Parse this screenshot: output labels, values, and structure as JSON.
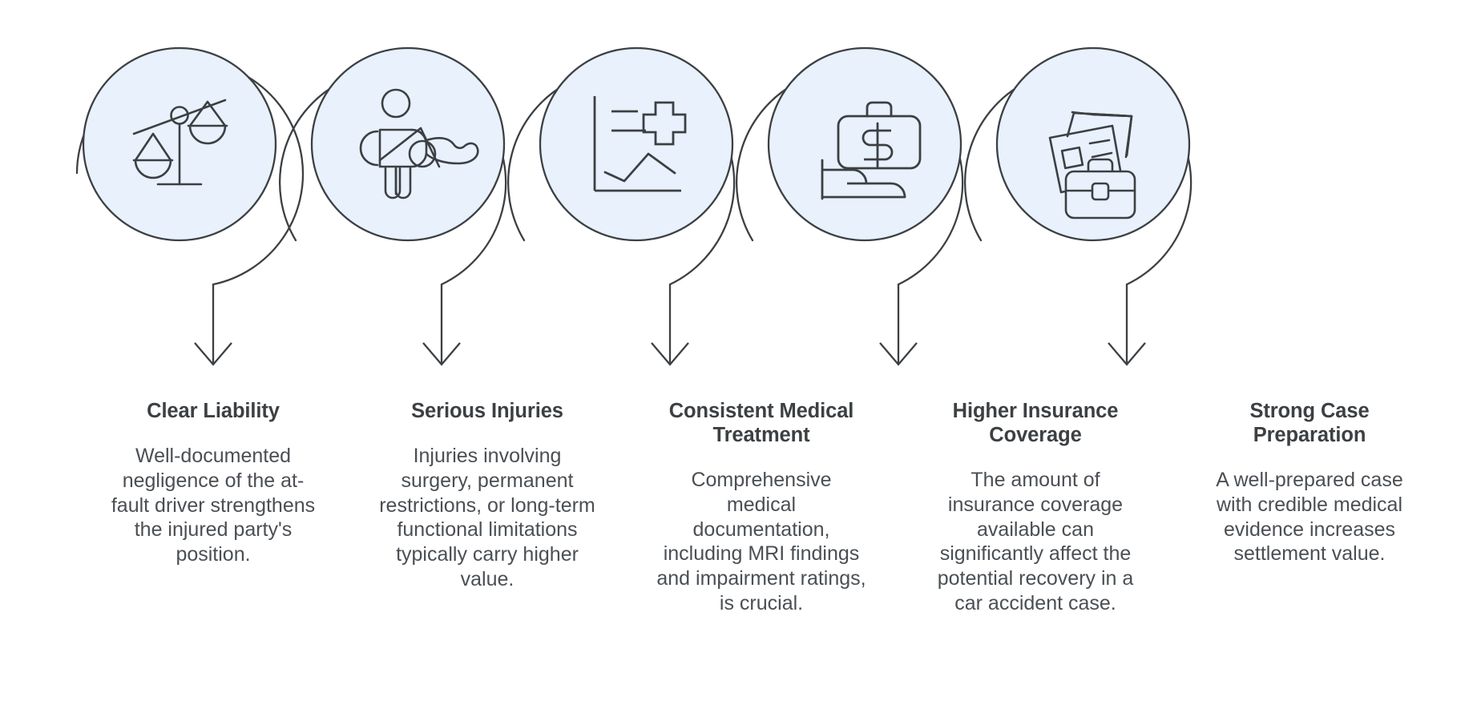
{
  "theme": {
    "background": "#ffffff",
    "circle_fill": "#e8f1fc",
    "stroke": "#3c4043",
    "title_color": "#3c4043",
    "body_color": "#4a4f54"
  },
  "layout": {
    "type": "horizontal-process-flow",
    "step_count": 5,
    "connector": "down-arrow"
  },
  "steps": [
    {
      "icon": "scales-of-justice-icon",
      "title": "Clear Liability",
      "body": "Well-documented negligence of the at-fault driver strengthens the injured party's position."
    },
    {
      "icon": "injured-person-arm-sling-icon",
      "title": "Serious Injuries",
      "body": "Injuries involving surgery, permanent restrictions, or long-term functional limitations typically carry higher value."
    },
    {
      "icon": "medical-chart-cross-icon",
      "title": "Consistent Medical Treatment",
      "body": "Comprehensive medical documentation, including MRI findings and impairment ratings, is crucial."
    },
    {
      "icon": "insurance-briefcase-dollar-bed-icon",
      "title": "Higher Insurance Coverage",
      "body": "The amount of insurance coverage available can significantly affect the potential recovery in a car accident case."
    },
    {
      "icon": "case-documents-briefcase-icon",
      "title": "Strong Case Preparation",
      "body": "A well-prepared case with credible medical evidence increases settlement value."
    }
  ]
}
